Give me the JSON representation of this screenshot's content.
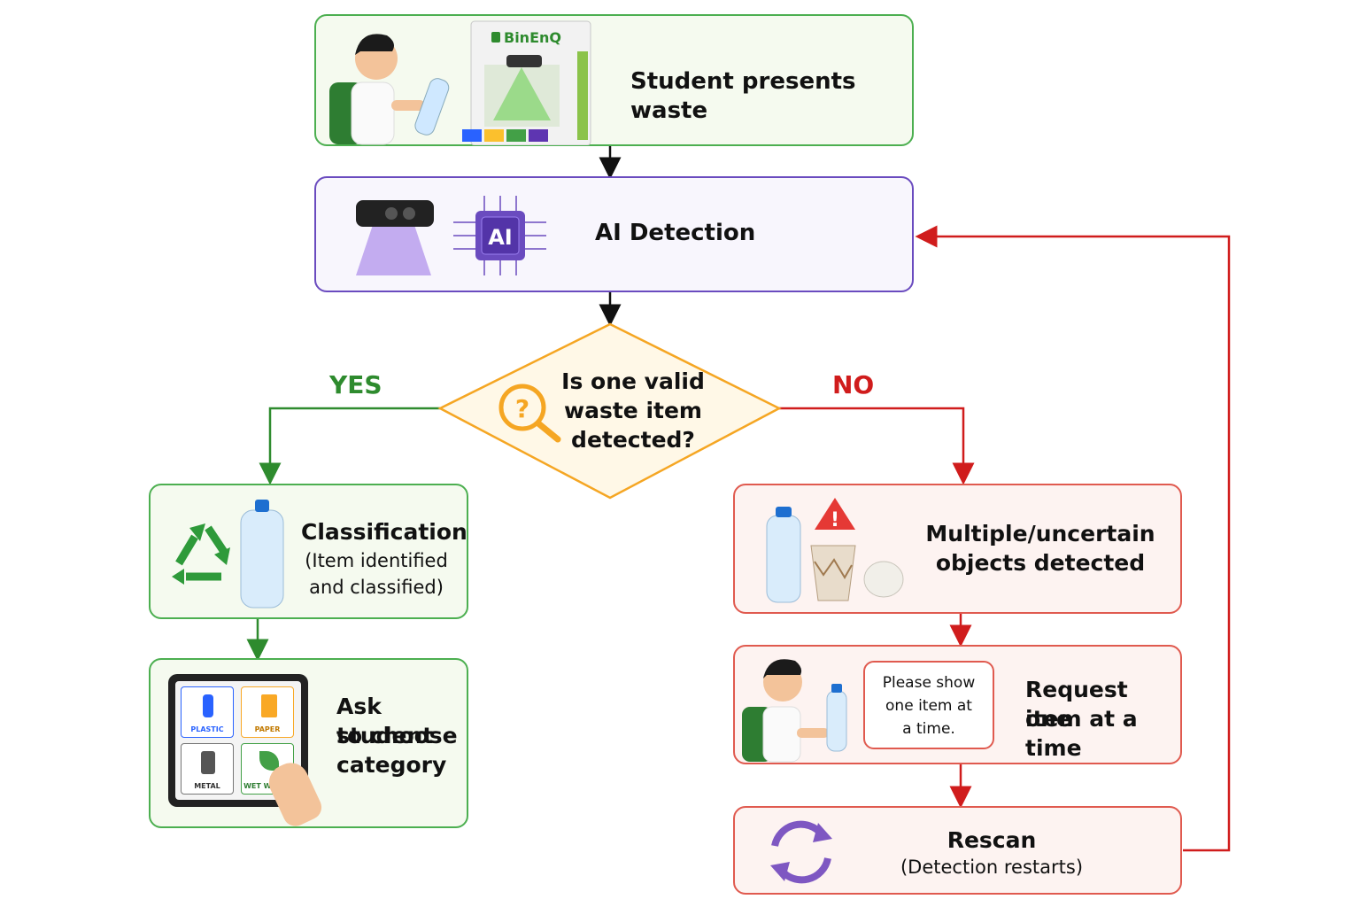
{
  "diagram": {
    "steps": {
      "present": {
        "label": "Student presents waste",
        "brand": "BinEnQ",
        "icon": "student-with-bottle-at-bin"
      },
      "detect": {
        "label": "AI Detection",
        "chip_text": "AI",
        "icon": "camera-and-ai-chip"
      },
      "decision": {
        "line1": "Is one valid",
        "line2": "waste item",
        "line3": "detected?",
        "icon": "question-magnifier"
      },
      "classify": {
        "title": "Classification",
        "line1": "(Item identified",
        "line2": "and classified)",
        "icon": "recycle-and-bottle"
      },
      "choose": {
        "line1": "Ask student",
        "line2": "to choose",
        "line3": "category",
        "tiles": [
          "PLASTIC",
          "PAPER",
          "METAL",
          "WET WASTE"
        ],
        "icon": "tablet-with-hand"
      },
      "multiple": {
        "line1": "Multiple/uncertain",
        "line2": "objects detected",
        "icon": "warning-with-items"
      },
      "request": {
        "line1": "Request one",
        "line2": "item at a time",
        "speech1": "Please show",
        "speech2": "one item at",
        "speech3": "a time.",
        "icon": "student-speech"
      },
      "rescan": {
        "title": "Rescan",
        "sub": "(Detection restarts)",
        "icon": "refresh-cycle"
      }
    },
    "branches": {
      "yes": "YES",
      "no": "NO"
    },
    "colors": {
      "green": "#4caf50",
      "purple": "#6a4bbf",
      "red": "#e05a4f",
      "orange": "#f5a623",
      "yes_label": "#2e8b2e",
      "no_label": "#d01c1c"
    }
  }
}
